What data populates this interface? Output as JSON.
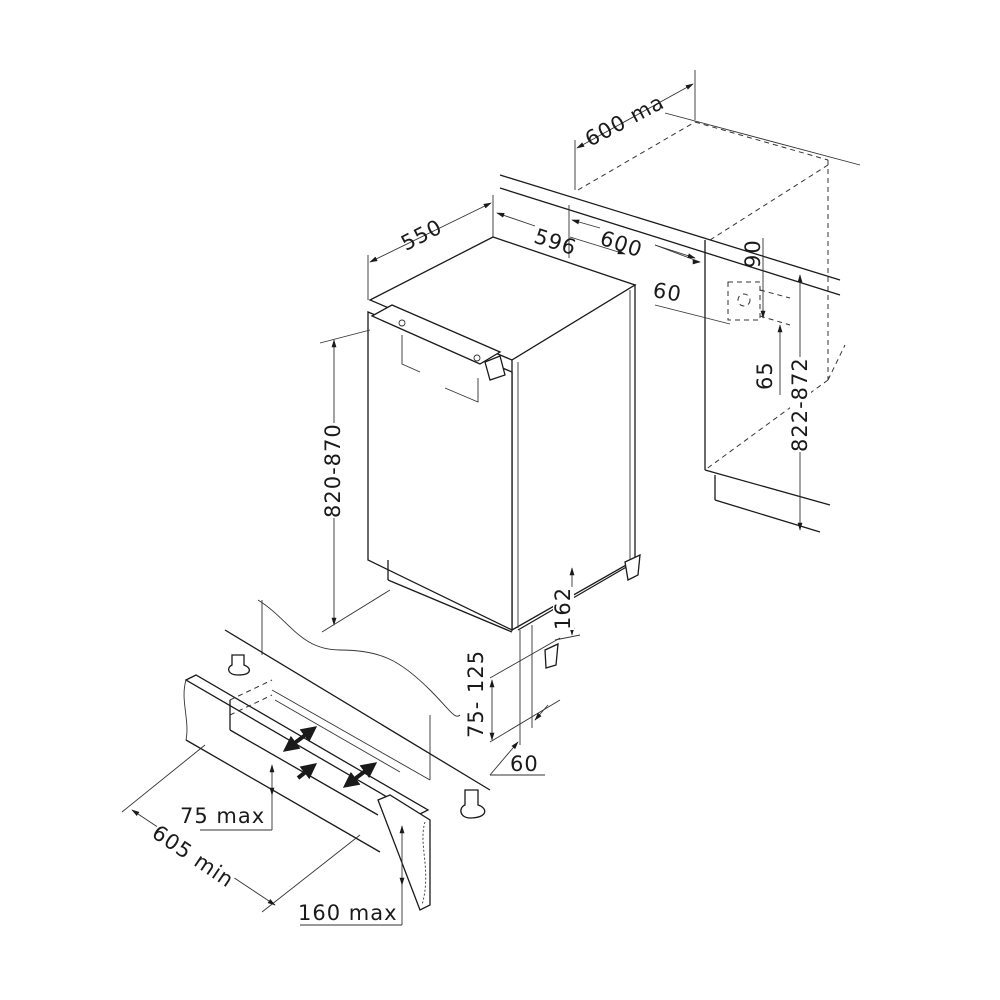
{
  "diagram": {
    "subject": "Built-in undercounter refrigerator installation dimensions",
    "units": "mm",
    "dimensions": {
      "niche_depth": "600 ma",
      "appliance_depth": "550",
      "appliance_width": "596",
      "niche_width": "600",
      "top_offset": "60",
      "socket_height_top": "90",
      "socket_height_bottom": "65",
      "niche_height": "822-872",
      "appliance_height": "820-870",
      "plinth_vent_height": "162",
      "plinth_height": "75- 125",
      "plinth_depth_offset": "60",
      "plinth_cut_height": "75 max",
      "plinth_length": "605 min",
      "plinth_board_height": "160 max"
    },
    "colors": {
      "line": "#1a1a1a",
      "background": "#ffffff"
    }
  }
}
